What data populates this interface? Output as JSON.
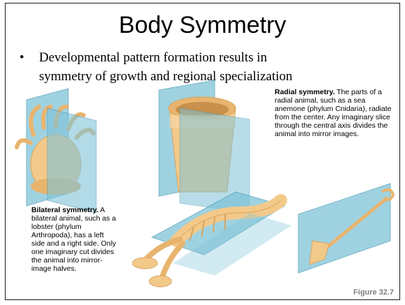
{
  "slide": {
    "title": "Body Symmetry",
    "bullet_line1": "Developmental pattern formation results in",
    "bullet_line2": "symmetry of growth and regional specialization",
    "radial_heading": "Radial symmetry.",
    "radial_body": "The parts of a radial animal, such as a sea anemone (phylum Cnidaria), radiate from the center. Any imaginary slice through the central axis divides the animal into mirror images.",
    "bilateral_heading": "Bilateral symmetry.",
    "bilateral_body": "A bilateral animal, such as a lobster (phylum Arthropoda), has a left side and a right side. Only one imaginary cut divides the animal into mirror-image halves.",
    "figure_label": "Figure 32.7"
  },
  "icons": {
    "anemone": "sea-anemone-illustration",
    "pot": "flower-pot-illustration",
    "lobster": "lobster-illustration",
    "shovel": "shovel-illustration"
  },
  "colors": {
    "plane": "#7fc3d8",
    "plane_edge": "#4b9bb6",
    "body": "#f3c98a",
    "body_shade": "#d9a45e"
  }
}
